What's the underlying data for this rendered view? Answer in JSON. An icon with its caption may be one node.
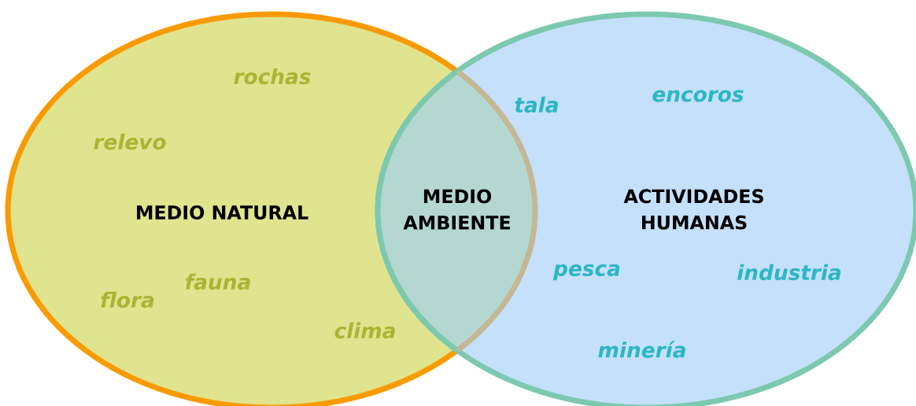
{
  "diagram": {
    "nodes": [
      {
        "text": [
          "MEDIO NATURAL"
        ]
      },
      {
        "text": [
          "ACTIVIDADES HUMANAS"
        ]
      },
      {
        "text": [
          "MEDIO AMBIENTE"
        ]
      }
    ],
    "labels": [
      "rochas",
      "tala",
      "encoros",
      "relevo",
      "fauna",
      "pesca",
      "industria",
      "flora",
      "clima",
      "minería"
    ]
  }
}
